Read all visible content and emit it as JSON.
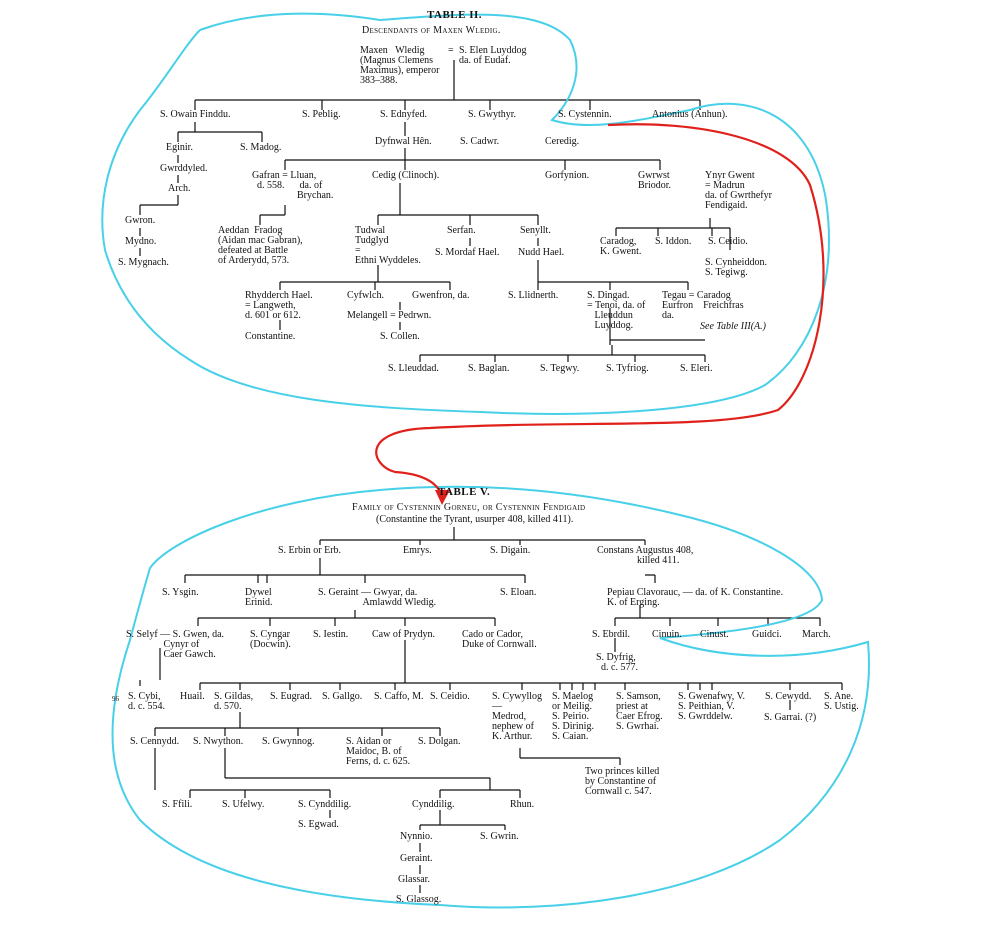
{
  "colors": {
    "ink": "#111111",
    "annotation_outline": "#48d0e8",
    "annotation_arrow": "#e0201a"
  },
  "table2": {
    "title": "TABLE II.",
    "subtitle": "Descendants of Maxen Wledig.",
    "root": {
      "left": "Maxen   Wledig\n(Magnus Clemens\nMaximus), emperor\n383–388.",
      "eq": "=",
      "right": "S. Elen Luyddog\nda. of Eudaf."
    },
    "gen1": [
      "S. Owain Finddu.",
      "S. Peblig.",
      "S. Ednyfed.",
      "S. Gwythyr.",
      "S. Cystennin.",
      "Antonius (Anhun)."
    ],
    "owain_line": [
      "Eginir.",
      "Gwrddyled.",
      "Arch.",
      "Gwron.",
      "Mydno.",
      "S. Mygnach."
    ],
    "owain_son2": "S. Madog.",
    "ednyfed_sons": [
      "Dyfnwal Hên.",
      "S. Cadwr.",
      "Ceredig."
    ],
    "dyfnwal_sons": {
      "gafran": "Gafran = Lluan,\n  d. 558.      da. of\n                  Brychan.",
      "cedig": "Cedig (Clinoch).",
      "gorfynion": "Gorfynion.",
      "gwrwst": "Gwrwst\nBriodor.",
      "ynyr": "Ynyr Gwent\n= Madrun\nda. of Gwrthefyr\nFendigaid."
    },
    "aeddan": "Aeddan  Fradog\n(Aidan mac Gabran),\ndefeated at Battle\nof Arderydd, 573.",
    "tudwal": "Tudwal\nTudglyd\n=\nEthni Wyddeles.",
    "serfan": "Serfan.",
    "senyllt": "Senyllt.",
    "mordaf": "S. Mordaf Hael.",
    "nudd": "Nudd Hael.",
    "ynyr_children": [
      "Caradog,\nK. Gwent.",
      "S. Iddon.",
      "S. Ceidio.",
      "S. Cynheiddon.\nS. Tegiwg."
    ],
    "rhydderch": "Rhydderch Hael.\n= Langweth,\nd. 601 or 612.",
    "constantine": "Constantine.",
    "cyfwlch": "Cyfwlch.",
    "gwenfron": "Gwenfron, da.",
    "melangell": "Melangell = Pedrwn.",
    "collen": "S. Collen.",
    "llidnerth": "S. Llidnerth.",
    "dingad": "S. Dingad.\n= Tenoi, da. of\n   Lleuddun\n   Luyddog.",
    "tegau": "Tegau = Caradog\nEurfron    Freichfras\nda.",
    "see_table": "See Table III(A.)",
    "dingad_children": [
      "S. Lleuddad.",
      "S. Baglan.",
      "S. Tegwy.",
      "S. Tyfriog.",
      "S. Eleri."
    ]
  },
  "table5": {
    "title": "TABLE V.",
    "subtitle": "Family of Cystennin Gorneu, or Cystennin Fendigaid",
    "subtitle2": "(Constantine the Tyrant, usurper 408, killed 411).",
    "gen1": [
      "S. Erbin or Erb.",
      "Emrys.",
      "S. Digain.",
      "Constans Augustus 408,\n                killed 411."
    ],
    "erbin_children": [
      "S. Ysgin.",
      "Dywel\nErinid.",
      "S. Geraint — Gwyar, da.\n                  Amlawdd Wledig.",
      "S. Eloan."
    ],
    "pepiau": "Pepiau Clavorauc, — da. of K. Constantine.\nK. of Erging.",
    "pepiau_children": [
      "S. Ebrdil.",
      "Cinuin.",
      "Cinust.",
      "Guidci.",
      "March."
    ],
    "dyfrig": "S. Dyfrig,\n  d. c. 577.",
    "geraint_children": [
      "S. Selyf — S. Gwen, da.\n               Cynyr of\n               Caer Gawch.",
      "S. Cyngar\n(Docwin).",
      "S. Iestin.",
      "Caw of Prydyn.",
      "Cado or Cador,\nDuke of Cornwall."
    ],
    "cybi": "S. Cybi,\nd. c. 554.",
    "caw_children": [
      "Huail.",
      "S. Gildas,\nd. 570.",
      "S. Eugrad.",
      "S. Gallgo.",
      "S. Caffo, M.",
      "S. Ceidio.",
      "S. Cywyllog\n—\nMedrod,\nnephew of\nK. Arthur.",
      "S. Maelog\nor Meilig.\nS. Peirio.\nS. Dirinig.\nS. Caian.",
      "S. Samson,\npriest at\nCaer Efrog.\nS. Gwrhai.",
      "S. Gwenafwy, V.\nS. Peithian, V.\nS. Gwrddelw.",
      "S. Cewydd.",
      "S. Ane.\nS. Ustig."
    ],
    "garrai": "S. Garrai. (?)",
    "gildas_children": [
      "S. Cennydd.",
      "S. Nwython.",
      "S. Gwynnog.",
      "S. Aidan or\nMaidoc, B. of\nFerns, d. c. 625.",
      "S. Dolgan."
    ],
    "two_princes": "Two princes killed\nby Constantine of\nCornwall c. 547.",
    "cennydd_line": [
      "S. Ffili.",
      "S. Ufelwy.",
      "S. Cynddilig.",
      "S. Egwad."
    ],
    "cynddilig_rhun": [
      "Cynddilig.",
      "Rhun."
    ],
    "nynnio": "Nynnio.",
    "gwrin": "S. Gwrin.",
    "descent": [
      "Geraint.",
      "Glassar.",
      "S. Glassog."
    ]
  },
  "margin_mark": "96"
}
